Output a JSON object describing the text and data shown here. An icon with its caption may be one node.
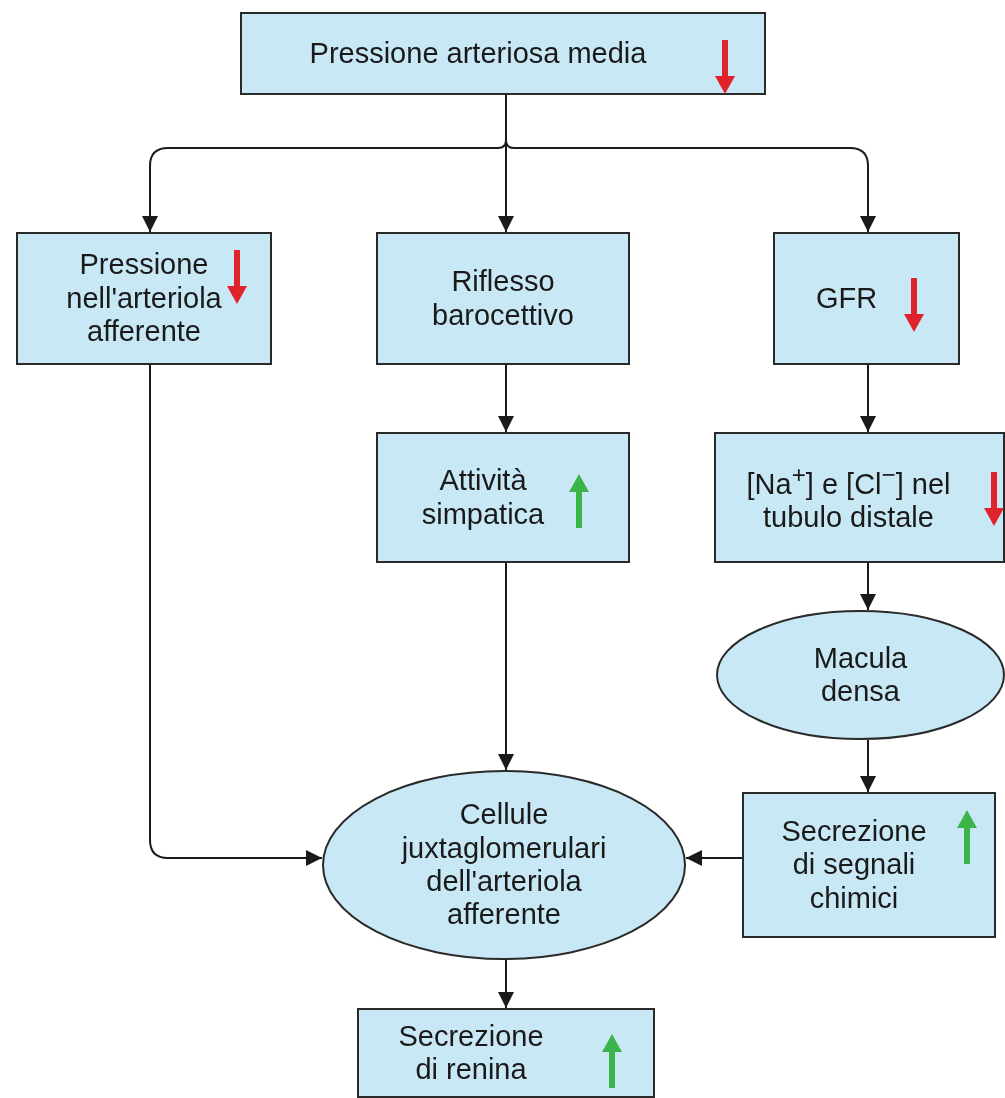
{
  "diagram": {
    "nodes": [
      {
        "text": [
          "Pressione arteriosa media"
        ]
      },
      {
        "text": [
          "Pressione nell'arteriola afferente"
        ]
      },
      {
        "text": [
          "Riflesso barocettivo"
        ]
      },
      {
        "text": [
          "GFR"
        ]
      },
      {
        "text": [
          "Attività simpatica"
        ]
      },
      {
        "text": [
          "[Na$^{+}$] e [Cl$^{−}$] nel tubulo distale"
        ]
      },
      {
        "text": [
          "Macula densa"
        ]
      },
      {
        "text": [
          "Secrezione di segnali chimici"
        ]
      },
      {
        "text": [
          "Cellule juxtaglomerulari dell'arteriola afferente"
        ]
      },
      {
        "text": [
          "Secrezione di renina"
        ]
      }
    ],
    "edges": [
      {
        "from": 0,
        "to": 1,
        "arrow": "to"
      },
      {
        "from": 0,
        "to": 2,
        "arrow": "to"
      },
      {
        "from": 0,
        "to": 3,
        "arrow": "to"
      },
      {
        "from": 1,
        "to": 8,
        "arrow": "to"
      },
      {
        "from": 2,
        "to": 4,
        "arrow": "to"
      },
      {
        "from": 4,
        "to": 8,
        "arrow": "to"
      },
      {
        "from": 3,
        "to": 5,
        "arrow": "to"
      },
      {
        "from": 5,
        "to": 6,
        "arrow": "to"
      },
      {
        "from": 6,
        "to": 7,
        "arrow": "to"
      },
      {
        "from": 7,
        "to": 8,
        "arrow": "to"
      },
      {
        "from": 8,
        "to": 9,
        "arrow": "to"
      }
    ]
  }
}
